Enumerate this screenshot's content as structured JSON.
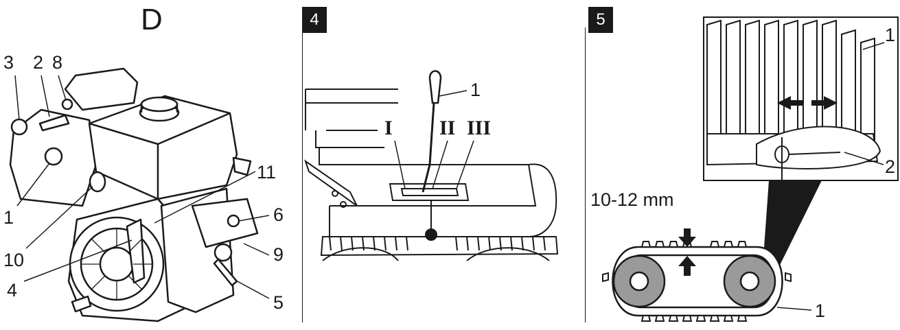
{
  "figure_d": {
    "title": "D",
    "callouts": [
      "3",
      "2",
      "8",
      "1",
      "10",
      "4",
      "11",
      "6",
      "9",
      "5"
    ]
  },
  "figure_4": {
    "step": "4",
    "callouts": [
      "1"
    ],
    "positions": [
      "I",
      "II",
      "III"
    ]
  },
  "figure_5": {
    "step": "5",
    "callouts": [
      "1",
      "2",
      "1"
    ],
    "measurement": "10-12 mm"
  }
}
